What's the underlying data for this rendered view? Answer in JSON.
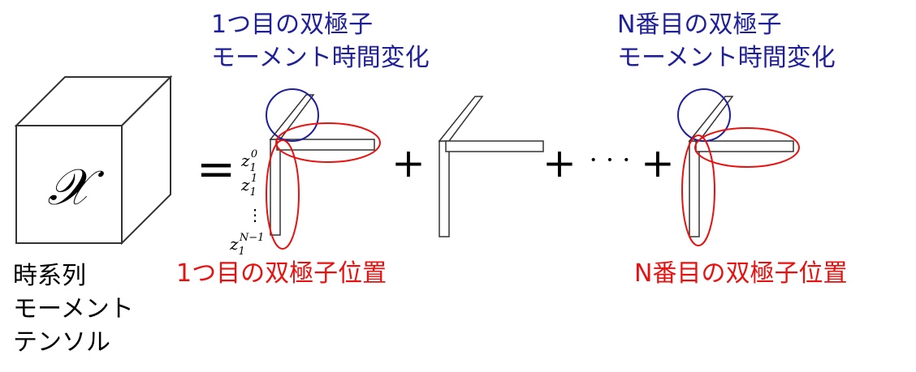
{
  "colors": {
    "blue": "#1f1f9a",
    "red": "#e8110f",
    "black": "#000000"
  },
  "labels": {
    "first_moment": [
      "1つ目の双極子",
      "モーメント時間変化"
    ],
    "nth_moment": [
      "N番目の双極子",
      "モーメント時間変化"
    ],
    "first_position": "1つ目の双極子位置",
    "nth_position": "N番目の双極子位置",
    "tensor": [
      "時系列",
      "モーメント",
      "テンソル"
    ]
  },
  "equation": {
    "tensor_symbol": "𝒳",
    "equals": "=",
    "plus": "+",
    "dots": "· · ·",
    "z_entries": [
      {
        "base": "z",
        "sub": "1",
        "sup": "0"
      },
      {
        "base": "z",
        "sub": "1",
        "sup": "1"
      },
      {
        "base": "⋮",
        "sub": "",
        "sup": ""
      },
      {
        "base": "z",
        "sub": "1",
        "sup": "N−1"
      }
    ]
  }
}
